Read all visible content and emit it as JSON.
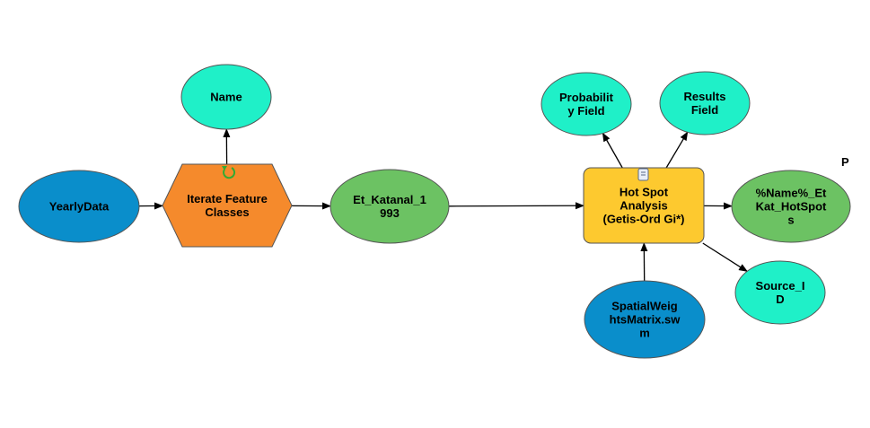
{
  "diagram": {
    "badge_label": "P",
    "colors": {
      "input_blue": "#0a8ecb",
      "tool_orange": "#f58a2c",
      "tool_yellow": "#fdc92f",
      "derived_green": "#6cc263",
      "param_cyan": "#1ff0c8",
      "stroke": "#555555",
      "iterate_icon": "#33aa33"
    },
    "nodes": [
      {
        "id": "yearly-data",
        "shape": "ellipse",
        "fill": "input_blue",
        "lines": [
          "YearlyData"
        ]
      },
      {
        "id": "iterate-feature-classes",
        "shape": "hexagon",
        "fill": "tool_orange",
        "lines": [
          "Iterate Feature",
          "Classes"
        ]
      },
      {
        "id": "name",
        "shape": "ellipse",
        "fill": "param_cyan",
        "lines": [
          "Name"
        ]
      },
      {
        "id": "et-katanal-1993",
        "shape": "ellipse",
        "fill": "derived_green",
        "lines": [
          "Et_Katanal_1",
          "993"
        ]
      },
      {
        "id": "hot-spot-analysis",
        "shape": "rect",
        "fill": "tool_yellow",
        "lines": [
          "Hot Spot",
          "Analysis",
          "(Getis-Ord Gi*)"
        ]
      },
      {
        "id": "probability-field",
        "shape": "ellipse",
        "fill": "param_cyan",
        "lines": [
          "Probabilit",
          "y Field"
        ]
      },
      {
        "id": "results-field",
        "shape": "ellipse",
        "fill": "param_cyan",
        "lines": [
          "Results",
          "Field"
        ]
      },
      {
        "id": "output-hotspots",
        "shape": "ellipse",
        "fill": "derived_green",
        "lines": [
          "%Name%_Et",
          "Kat_HotSpot",
          "s"
        ]
      },
      {
        "id": "source-id",
        "shape": "ellipse",
        "fill": "param_cyan",
        "lines": [
          "Source_I",
          "D"
        ]
      },
      {
        "id": "spatial-weights-matrix",
        "shape": "ellipse",
        "fill": "input_blue",
        "lines": [
          "SpatialWeig",
          "htsMatrix.sw",
          "m"
        ]
      }
    ],
    "edges": [
      {
        "from": "yearly-data",
        "to": "iterate-feature-classes"
      },
      {
        "from": "iterate-feature-classes",
        "to": "name"
      },
      {
        "from": "iterate-feature-classes",
        "to": "et-katanal-1993"
      },
      {
        "from": "et-katanal-1993",
        "to": "hot-spot-analysis"
      },
      {
        "from": "hot-spot-analysis",
        "to": "probability-field"
      },
      {
        "from": "hot-spot-analysis",
        "to": "results-field"
      },
      {
        "from": "hot-spot-analysis",
        "to": "output-hotspots"
      },
      {
        "from": "hot-spot-analysis",
        "to": "source-id"
      },
      {
        "from": "spatial-weights-matrix",
        "to": "hot-spot-analysis"
      }
    ]
  }
}
